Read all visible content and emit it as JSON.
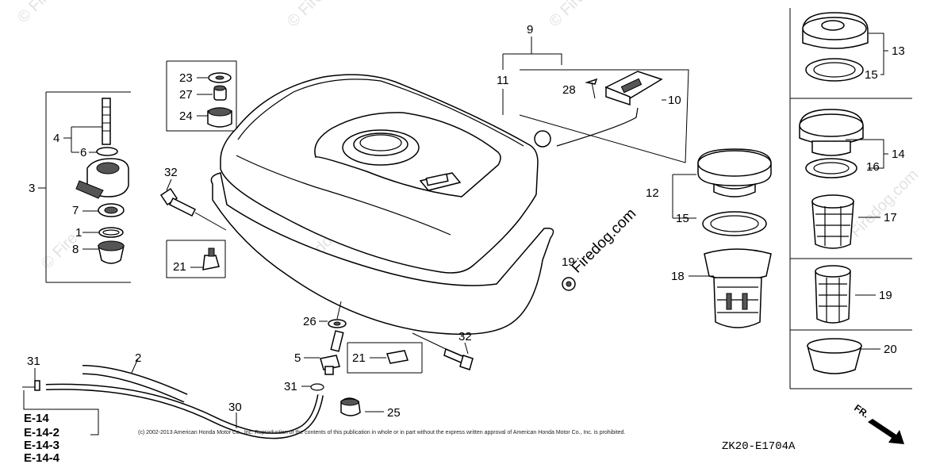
{
  "watermark": {
    "site_text": "Firedog.com",
    "corner_text": "© Fire"
  },
  "callouts": [
    {
      "id": "c1",
      "text": "1"
    },
    {
      "id": "c2",
      "text": "2"
    },
    {
      "id": "c3",
      "text": "3"
    },
    {
      "id": "c4",
      "text": "4"
    },
    {
      "id": "c5",
      "text": "5"
    },
    {
      "id": "c6",
      "text": "6"
    },
    {
      "id": "c7",
      "text": "7"
    },
    {
      "id": "c8",
      "text": "8"
    },
    {
      "id": "c9",
      "text": "9"
    },
    {
      "id": "c10",
      "text": "10"
    },
    {
      "id": "c11",
      "text": "11"
    },
    {
      "id": "c12",
      "text": "12"
    },
    {
      "id": "c13",
      "text": "13"
    },
    {
      "id": "c14",
      "text": "14"
    },
    {
      "id": "c15a",
      "text": "15"
    },
    {
      "id": "c15b",
      "text": "15"
    },
    {
      "id": "c16",
      "text": "16"
    },
    {
      "id": "c17",
      "text": "17"
    },
    {
      "id": "c18",
      "text": "18"
    },
    {
      "id": "c19a",
      "text": "19"
    },
    {
      "id": "c19b",
      "text": "19"
    },
    {
      "id": "c20",
      "text": "20"
    },
    {
      "id": "c21a",
      "text": "21"
    },
    {
      "id": "c21b",
      "text": "21"
    },
    {
      "id": "c23",
      "text": "23"
    },
    {
      "id": "c24",
      "text": "24"
    },
    {
      "id": "c25",
      "text": "25"
    },
    {
      "id": "c26",
      "text": "26"
    },
    {
      "id": "c27",
      "text": "27"
    },
    {
      "id": "c28",
      "text": "28"
    },
    {
      "id": "c30",
      "text": "30"
    },
    {
      "id": "c31a",
      "text": "31"
    },
    {
      "id": "c31b",
      "text": "31"
    },
    {
      "id": "c32a",
      "text": "32"
    },
    {
      "id": "c32b",
      "text": "32"
    }
  ],
  "references": [
    "E-14",
    "E-14-2",
    "E-14-3",
    "E-14-4"
  ],
  "copyright": "(c) 2002-2013 American Honda Motor Co., Inc. Reproduction of the contents of this publication in whole or in part without the express written approval of American Honda Motor Co., Inc. is prohibited.",
  "diagram_code": "ZK20-E1704A",
  "front_marker": "FR."
}
